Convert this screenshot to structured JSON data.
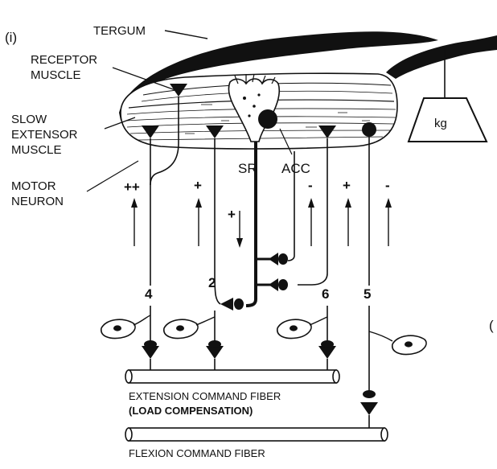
{
  "panel_label": "(i)",
  "labels": {
    "tergum": "TERGUM",
    "receptor_muscle": [
      "RECEPTOR",
      "MUSCLE"
    ],
    "slow_extensor_muscle": [
      "SLOW",
      "EXTENSOR",
      "MUSCLE"
    ],
    "motor_neuron": [
      "MOTOR",
      "NEURON"
    ],
    "sr": "SR",
    "acc": "ACC",
    "weight": "kg",
    "extension_fiber": "EXTENSION COMMAND FIBER",
    "load_compensation": "(LOAD COMPENSATION)",
    "flexion_fiber": "FLEXION COMMAND FIBER",
    "edge_fragment": "("
  },
  "neurons": {
    "n4": "4",
    "n2": "2",
    "n6": "6",
    "n5": "5"
  },
  "signs": {
    "s1": "++",
    "s2": "+",
    "s3": "-",
    "s4": "+",
    "s5": "-",
    "s6": "+"
  },
  "colors": {
    "ink": "#111111",
    "background": "#ffffff"
  }
}
